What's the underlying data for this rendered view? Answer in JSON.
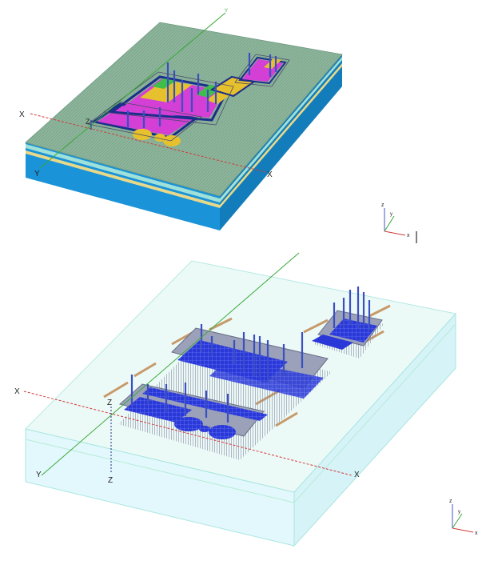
{
  "top_view": {
    "axis_labels": {
      "x_left": "X",
      "x_right": "X",
      "y_top": "Y",
      "y_bottom": "Y",
      "z": "Z"
    },
    "triad": {
      "x": "x",
      "y": "y",
      "z": "z"
    }
  },
  "bottom_view": {
    "axis_labels": {
      "x_left": "X",
      "x_right": "X",
      "y_bottom": "Y",
      "z_top": "Z",
      "z_bottom": "Z"
    },
    "triad": {
      "x": "x",
      "y": "y",
      "z": "z"
    }
  },
  "colors": {
    "soil_side": "#1a93d8",
    "soil_side_dark": "#137cba",
    "surface": "#8bb49a",
    "layer_yellow": "#e8d98a",
    "layer_light": "#9fe0d8",
    "excavation_magenta": "#d43fd6",
    "excavation_yellow": "#e6c12d",
    "excavation_green": "#3fbf4a",
    "wall_navy": "#1b2f8a",
    "pile_blue": "#3b4fc2",
    "grid_blue": "#2a38d8",
    "transparent_box": "#dff6fb",
    "transparent_edge": "#a9e6e0",
    "beam_tan": "#c79a6a",
    "axis_red": "#d23a3a",
    "axis_green": "#3aa83a"
  }
}
